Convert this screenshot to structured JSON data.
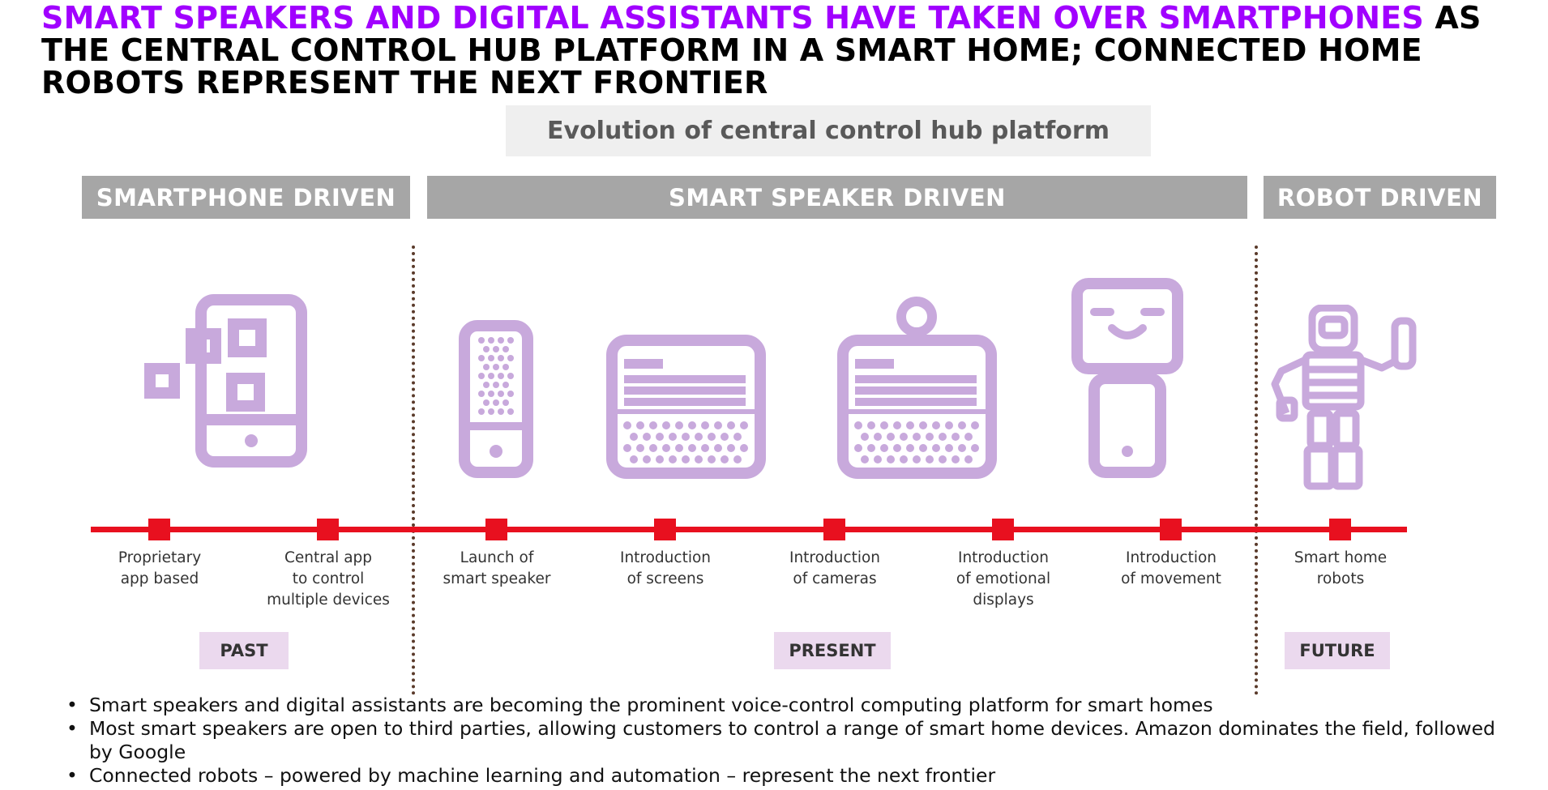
{
  "headline": {
    "highlight": "SMART SPEAKERS AND DIGITAL ASSISTANTS HAVE TAKEN OVER SMARTPHONES",
    "rest": " AS THE CENTRAL CONTROL HUB PLATFORM IN A SMART HOME; CONNECTED HOME ROBOTS REPRESENT THE NEXT FRONTIER"
  },
  "subtitle": "Evolution of central control hub platform",
  "phases": [
    {
      "label": "SMARTPHONE DRIVEN"
    },
    {
      "label": "SMART SPEAKER DRIVEN"
    },
    {
      "label": "ROBOT DRIVEN"
    }
  ],
  "milestones": [
    {
      "lines": [
        "Proprietary",
        "app based"
      ],
      "icon": "smartphone-apps-icon"
    },
    {
      "lines": [
        "Central app",
        "to control",
        "multiple devices"
      ]
    },
    {
      "lines": [
        "Launch of",
        "smart speaker"
      ],
      "icon": "smart-speaker-icon"
    },
    {
      "lines": [
        "Introduction",
        "of screens"
      ],
      "icon": "speaker-screen-icon"
    },
    {
      "lines": [
        "Introduction",
        "of cameras"
      ],
      "icon": "speaker-camera-icon"
    },
    {
      "lines": [
        "Introduction",
        "of emotional",
        "displays"
      ],
      "icon": "emotional-display-icon"
    },
    {
      "lines": [
        "Introduction",
        "of movement"
      ]
    },
    {
      "lines": [
        "Smart home",
        "robots"
      ],
      "icon": "robot-icon"
    }
  ],
  "eras": [
    {
      "label": "PAST"
    },
    {
      "label": "PRESENT"
    },
    {
      "label": "FUTURE"
    }
  ],
  "bullets": [
    "Smart speakers and digital assistants are becoming the prominent voice-control computing platform for smart homes",
    "Most smart speakers are open to third parties, allowing customers to control a range of smart home devices. Amazon dominates the field, followed by Google",
    "Connected robots – powered by machine learning and automation – represent the next frontier"
  ],
  "colors": {
    "accent_purple": "#a100ff",
    "icon_lilac": "#c8a9dc",
    "timeline_red": "#e8101f",
    "phase_gray": "#a6a6a6",
    "era_pink": "#ebd9ee"
  }
}
